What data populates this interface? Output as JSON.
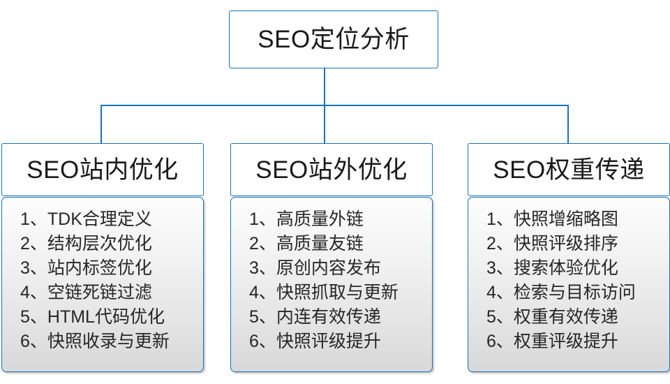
{
  "diagram": {
    "root": {
      "label": "SEO定位分析"
    },
    "branches": [
      {
        "header": "SEO站内优化",
        "items": [
          "1、TDK合理定义",
          "2、结构层次优化",
          "3、站内标签优化",
          "4、空链死链过滤",
          "5、HTML代码优化",
          "6、快照收录与更新"
        ]
      },
      {
        "header": "SEO站外优化",
        "items": [
          "1、高质量外链",
          "2、高质量友链",
          "3、原创内容发布",
          "4、快照抓取与更新",
          "5、内连有效传递",
          "6、快照评级提升"
        ]
      },
      {
        "header": "SEO权重传递",
        "items": [
          "1、快照增缩略图",
          "2、快照评级排序",
          "3、搜索体验优化",
          "4、检索与目标访问",
          "5、权重有效传递",
          "6、权重评级提升"
        ]
      }
    ],
    "colors": {
      "line": "#1672bd",
      "node_border": "#1672bd",
      "node_fill": "#ffffff",
      "body_fill_top": "#fdfdfd",
      "body_fill_bottom": "#d8d8d8",
      "text": "#1a1a1a"
    }
  }
}
